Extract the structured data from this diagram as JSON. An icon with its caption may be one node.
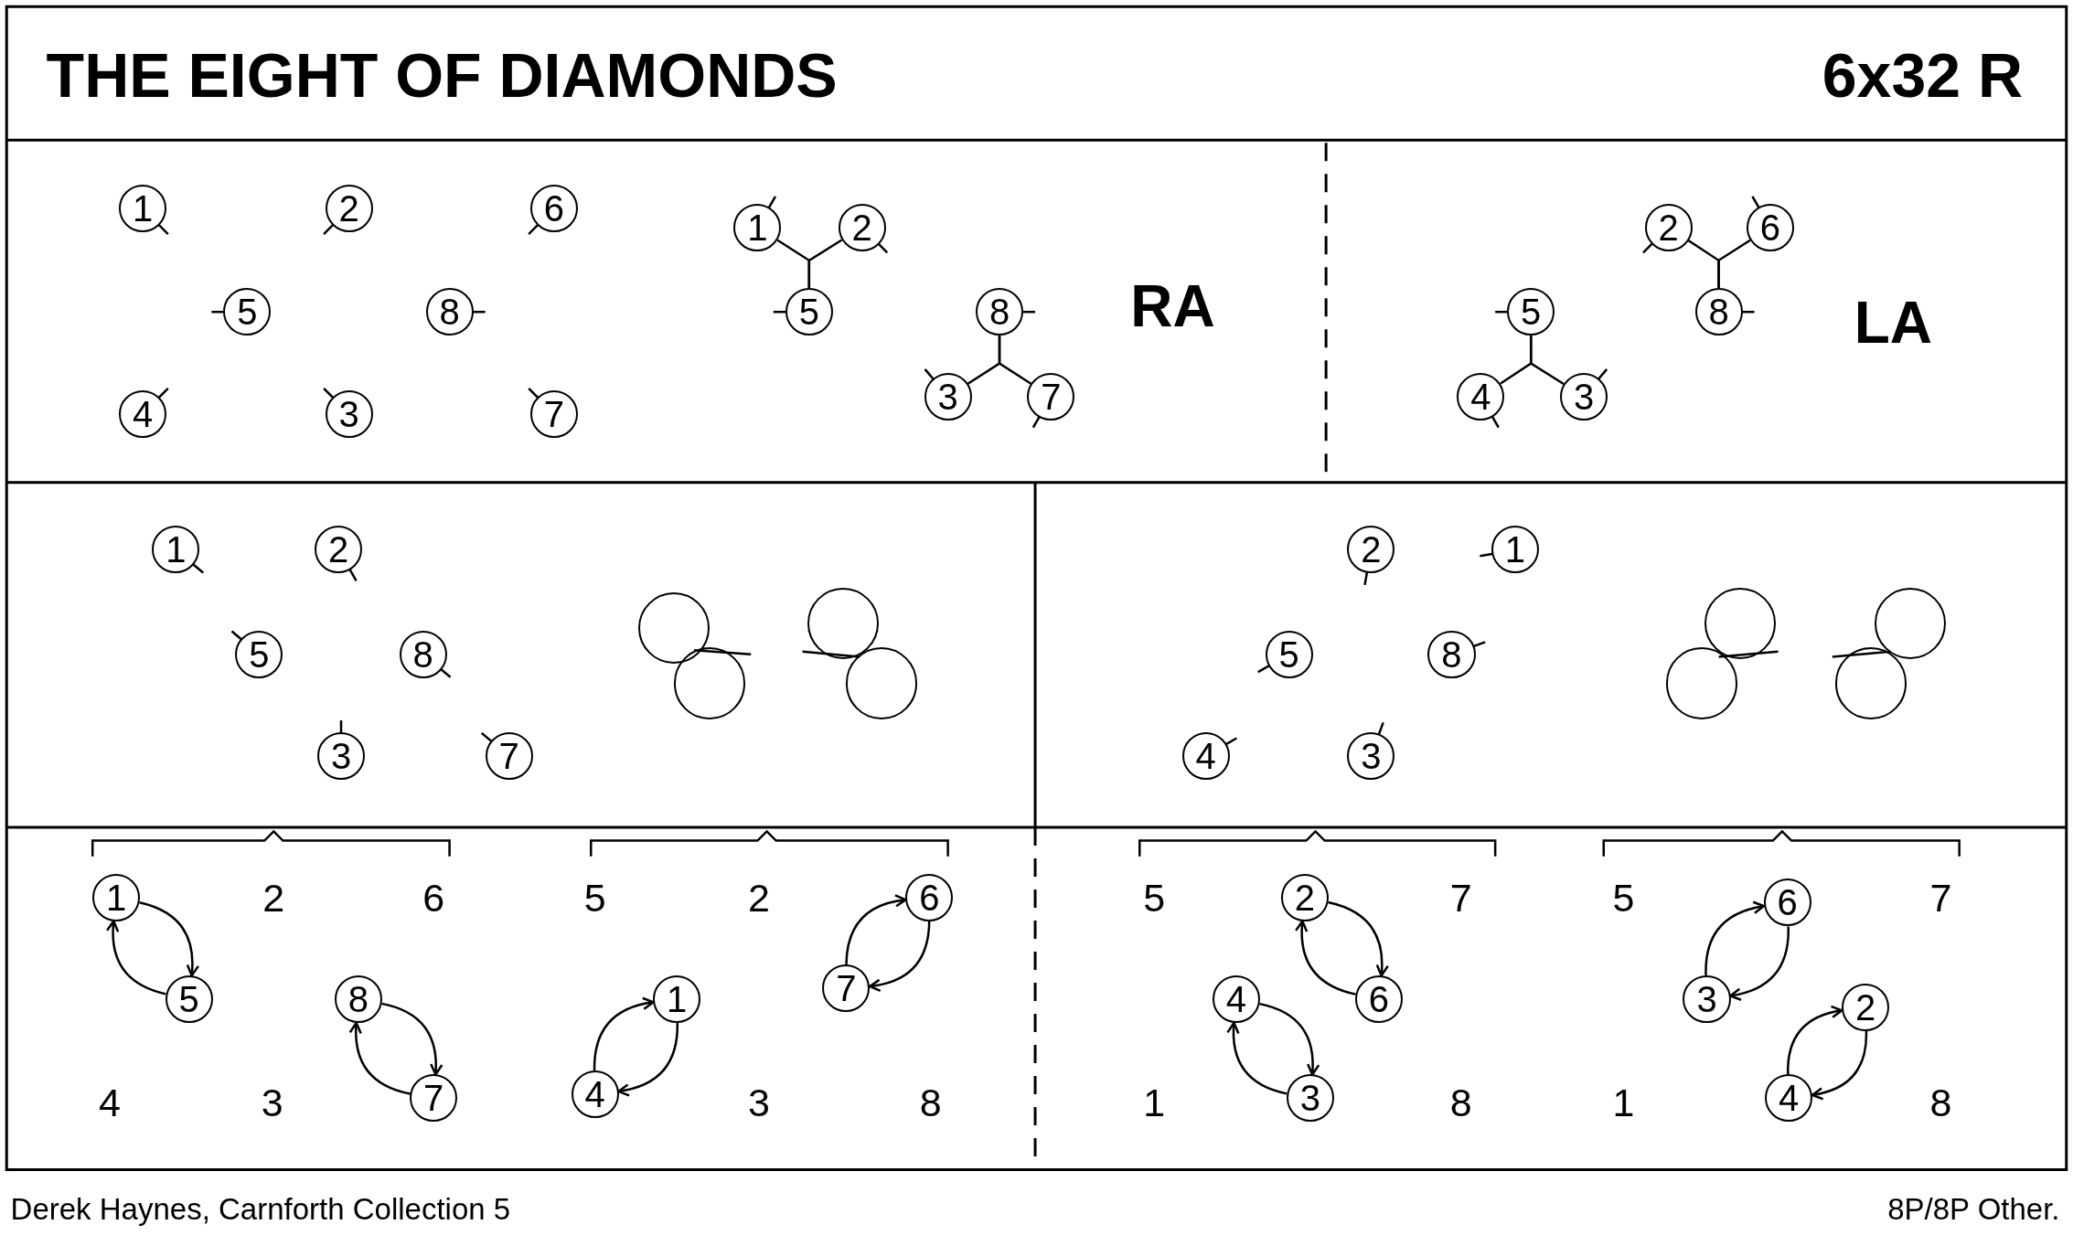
{
  "diagram": {
    "title": "THE EIGHT OF DIAMONDS",
    "caption": "Derek Haynes, Carnforth Collection 5",
    "nodes": [
      {
        "text": [
          "1"
        ]
      },
      {
        "text": [
          "2"
        ]
      },
      {
        "text": [
          "6"
        ]
      },
      {
        "text": [
          "5"
        ]
      },
      {
        "text": [
          "8"
        ]
      },
      {
        "text": [
          "4"
        ]
      },
      {
        "text": [
          "3"
        ]
      },
      {
        "text": [
          "7"
        ]
      },
      {
        "text": [
          "1"
        ]
      },
      {
        "text": [
          "2"
        ]
      },
      {
        "text": [
          "5"
        ]
      },
      {
        "text": [
          "8"
        ]
      },
      {
        "text": [
          "3"
        ]
      },
      {
        "text": [
          "7"
        ]
      },
      {
        "text": [
          "2"
        ]
      },
      {
        "text": [
          "6"
        ]
      },
      {
        "text": [
          "8"
        ]
      },
      {
        "text": [
          "5"
        ]
      },
      {
        "text": [
          "4"
        ]
      },
      {
        "text": [
          "3"
        ]
      },
      {
        "text": [
          "1"
        ]
      },
      {
        "text": [
          "2"
        ]
      },
      {
        "text": [
          "5"
        ]
      },
      {
        "text": [
          "8"
        ]
      },
      {
        "text": [
          "3"
        ]
      },
      {
        "text": [
          "7"
        ]
      },
      {
        "text": [],
        "shape": "circle"
      },
      {
        "text": [],
        "shape": "circle"
      },
      {
        "text": [],
        "shape": "circle"
      },
      {
        "text": [],
        "shape": "circle"
      },
      {
        "text": [
          "2"
        ]
      },
      {
        "text": [
          "1"
        ]
      },
      {
        "text": [
          "5"
        ]
      },
      {
        "text": [
          "8"
        ]
      },
      {
        "text": [
          "4"
        ]
      },
      {
        "text": [
          "3"
        ]
      },
      {
        "text": [],
        "shape": "circle"
      },
      {
        "text": [],
        "shape": "circle"
      },
      {
        "text": [],
        "shape": "circle"
      },
      {
        "text": [],
        "shape": "circle"
      },
      {
        "text": [
          "1"
        ]
      },
      {
        "text": [
          "5"
        ]
      },
      {
        "text": [
          "8"
        ]
      },
      {
        "text": [
          "7"
        ]
      },
      {
        "text": [
          "6"
        ]
      },
      {
        "text": [
          "7"
        ]
      },
      {
        "text": [
          "1"
        ]
      },
      {
        "text": [
          "4"
        ]
      },
      {
        "text": [
          "2"
        ]
      },
      {
        "text": [
          "4"
        ]
      },
      {
        "text": [
          "6"
        ]
      },
      {
        "text": [
          "3"
        ]
      },
      {
        "text": [
          "6"
        ]
      },
      {
        "text": [
          "3"
        ]
      },
      {
        "text": [
          "2"
        ]
      },
      {
        "text": [
          "4"
        ]
      }
    ],
    "edges": [
      {
        "from": 8,
        "to": 10,
        "arrow": "none"
      },
      {
        "from": 9,
        "to": 10,
        "arrow": "none"
      },
      {
        "from": 12,
        "to": 11,
        "arrow": "none"
      },
      {
        "from": 13,
        "to": 11,
        "arrow": "none"
      },
      {
        "from": 14,
        "to": 16,
        "arrow": "none"
      },
      {
        "from": 15,
        "to": 16,
        "arrow": "none"
      },
      {
        "from": 18,
        "to": 17,
        "arrow": "none"
      },
      {
        "from": 19,
        "to": 17,
        "arrow": "none"
      },
      {
        "from": 40,
        "to": 41,
        "arrow": "to"
      },
      {
        "from": 41,
        "to": 40,
        "arrow": "to"
      },
      {
        "from": 42,
        "to": 43,
        "arrow": "to"
      },
      {
        "from": 43,
        "to": 42,
        "arrow": "to"
      },
      {
        "from": 47,
        "to": 46,
        "arrow": "to"
      },
      {
        "from": 46,
        "to": 47,
        "arrow": "to"
      },
      {
        "from": 45,
        "to": 44,
        "arrow": "to"
      },
      {
        "from": 44,
        "to": 45,
        "arrow": "to"
      },
      {
        "from": 48,
        "to": 50,
        "arrow": "to"
      },
      {
        "from": 50,
        "to": 48,
        "arrow": "to"
      },
      {
        "from": 49,
        "to": 51,
        "arrow": "to"
      },
      {
        "from": 51,
        "to": 49,
        "arrow": "to"
      },
      {
        "from": 53,
        "to": 52,
        "arrow": "to"
      },
      {
        "from": 52,
        "to": 53,
        "arrow": "to"
      },
      {
        "from": 55,
        "to": 54,
        "arrow": "to"
      },
      {
        "from": 54,
        "to": 55,
        "arrow": "to"
      }
    ],
    "labels": [
      "6x32 R",
      "RA",
      "LA",
      "2",
      "6",
      "5",
      "2",
      "5",
      "7",
      "5",
      "7",
      "4",
      "3",
      "3",
      "8",
      "1",
      "8",
      "1",
      "8",
      "8P/8P Other."
    ]
  }
}
